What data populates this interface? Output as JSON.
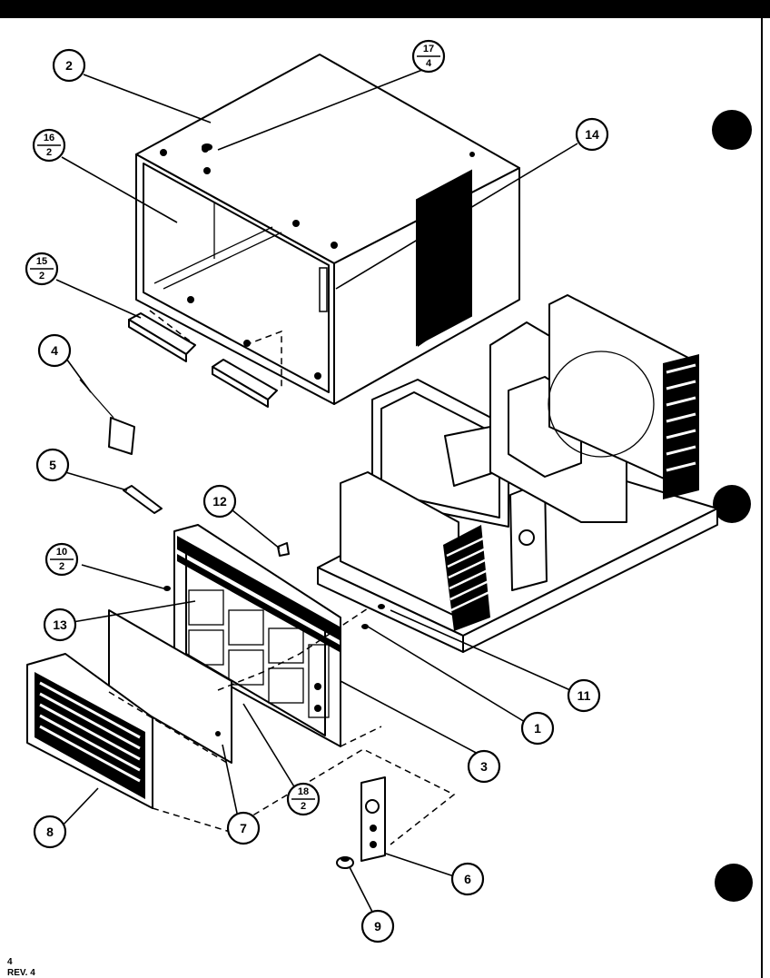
{
  "colors": {
    "ink": "#000000",
    "paper": "#ffffff"
  },
  "callouts": {
    "c1": "1",
    "c2": "2",
    "c3": "3",
    "c4": "4",
    "c5": "5",
    "c6": "6",
    "c7": "7",
    "c8": "8",
    "c9": "9",
    "c11": "11",
    "c12": "12",
    "c13": "13",
    "c14": "14",
    "c10": {
      "top": "10",
      "bottom": "2"
    },
    "c15": {
      "top": "15",
      "bottom": "2"
    },
    "c16": {
      "top": "16",
      "bottom": "2"
    },
    "c17": {
      "top": "17",
      "bottom": "4"
    },
    "c18": {
      "top": "18",
      "bottom": "2"
    }
  },
  "footer": {
    "page": "4",
    "revision": "REV. 4"
  }
}
